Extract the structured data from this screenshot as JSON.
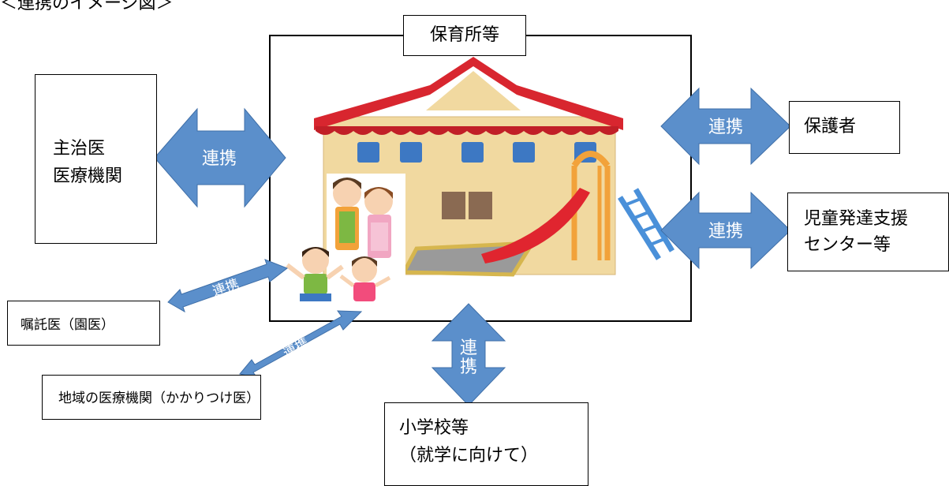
{
  "title": "＜連携のイメージ図＞",
  "center": {
    "label": "保育所等"
  },
  "nodes": {
    "doctor": {
      "line1": "主治医",
      "line2": "医療機関"
    },
    "guardian": {
      "label": "保護者"
    },
    "child_support": {
      "line1": "児童発達支援",
      "line2": "センター等"
    },
    "school_doctor": {
      "label": "嘱託医（園医）"
    },
    "local_medical": {
      "label": "地域の医療機関（かかりつけ医）"
    },
    "school": {
      "line1": "小学校等",
      "line2": "（就学に向けて）"
    }
  },
  "links": {
    "doctor": "連携",
    "guardian": "連携",
    "child_support": "連携",
    "school_doctor": "連携",
    "local_medical": "連携",
    "school_line1": "連",
    "school_line2": "携"
  },
  "colors": {
    "arrow_fill": "#5b8fcb",
    "arrow_stroke": "#3f6fa8",
    "roof": "#d8262f",
    "wall": "#f1d9a0",
    "window": "#3d78c3",
    "door": "#8a6a52",
    "slide": "#e0252f",
    "ladder": "#4a90d9",
    "rail": "#f2a23a"
  },
  "icons": [
    "nursery-building-illustration",
    "family-illustration",
    "slide-illustration"
  ]
}
